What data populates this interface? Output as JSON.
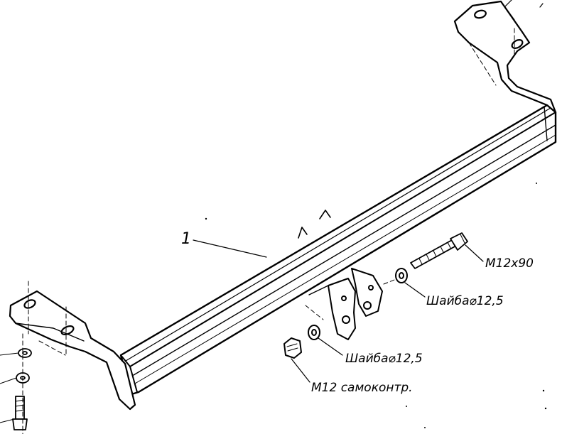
{
  "diagram": {
    "parts": {
      "part_number": "1"
    },
    "callouts": {
      "bolt_right": "M12x90",
      "washer_right": "Шайба⌀12,5",
      "washer_center": "Шайба⌀12,5",
      "nut_center": "M12 самоконтр."
    },
    "colors": {
      "line": "#000000",
      "background": "#ffffff"
    },
    "icons": {
      "bolt": "bolt-icon",
      "nut": "nut-icon",
      "washer": "washer-icon"
    }
  }
}
